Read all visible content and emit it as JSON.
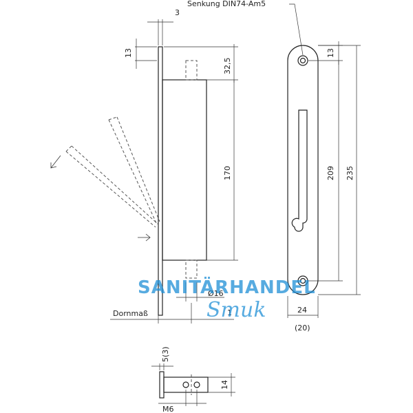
{
  "labels": {
    "senkung": "Senkung DIN74-Am5",
    "dornmass": "Dornmaß",
    "m6": "M6"
  },
  "dimensions": {
    "d3": "3",
    "d13_left": "13",
    "d32_5": "32,5",
    "d170": "170",
    "d16": "Ø16",
    "d1": "1",
    "d13_right": "13",
    "d209": "209",
    "d235": "235",
    "d24": "24",
    "d20": "(20)",
    "d5_3": "5(3)",
    "d14": "14"
  },
  "watermark": {
    "line1": "SANITÄRHANDEL",
    "line2": "Smuk",
    "color": "#1f8fd6"
  }
}
